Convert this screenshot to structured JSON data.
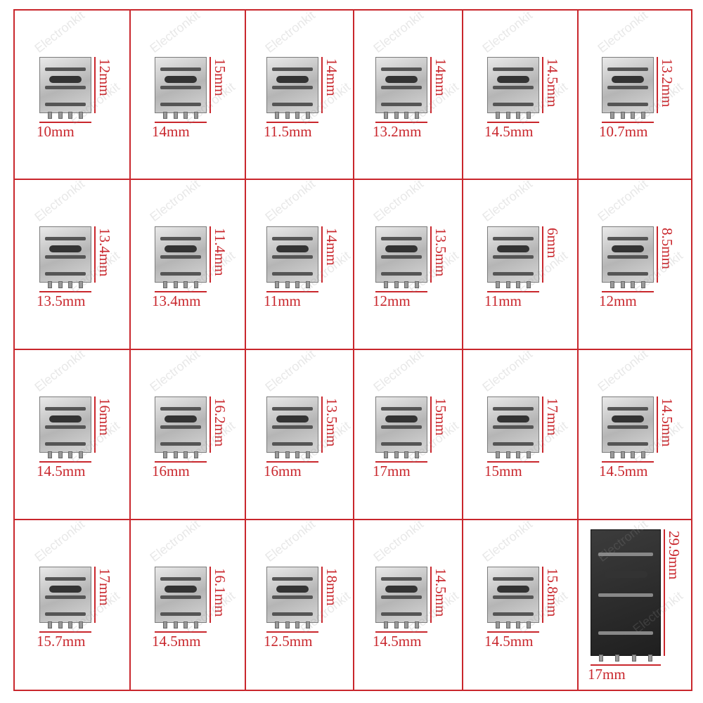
{
  "watermark": "Electronkit",
  "colors": {
    "grid": "#c9262c",
    "dimension_text": "#c9262c"
  },
  "cells": [
    {
      "id": "r1c1",
      "width": "10mm",
      "height": "12mm",
      "dark": false
    },
    {
      "id": "r1c2",
      "width": "14mm",
      "height": "15mm",
      "dark": false
    },
    {
      "id": "r1c3",
      "width": "11.5mm",
      "height": "14mm",
      "dark": false
    },
    {
      "id": "r1c4",
      "width": "13.2mm",
      "height": "14mm",
      "dark": false
    },
    {
      "id": "r1c5",
      "width": "14.5mm",
      "height": "14.5mm",
      "dark": false
    },
    {
      "id": "r1c6",
      "width": "10.7mm",
      "height": "13.2mm",
      "dark": false
    },
    {
      "id": "r2c1",
      "width": "13.5mm",
      "height": "13.4mm",
      "dark": false
    },
    {
      "id": "r2c2",
      "width": "13.4mm",
      "height": "11.4mm",
      "dark": false
    },
    {
      "id": "r2c3",
      "width": "11mm",
      "height": "14mm",
      "dark": false
    },
    {
      "id": "r2c4",
      "width": "12mm",
      "height": "13.5mm",
      "dark": false
    },
    {
      "id": "r2c5",
      "width": "11mm",
      "height": "6mm",
      "dark": false
    },
    {
      "id": "r2c6",
      "width": "12mm",
      "height": "8.5mm",
      "dark": false
    },
    {
      "id": "r3c1",
      "width": "14.5mm",
      "height": "16mm",
      "dark": false
    },
    {
      "id": "r3c2",
      "width": "16mm",
      "height": "16.2mm",
      "dark": false
    },
    {
      "id": "r3c3",
      "width": "16mm",
      "height": "13.5mm",
      "dark": false
    },
    {
      "id": "r3c4",
      "width": "17mm",
      "height": "15mm",
      "dark": false
    },
    {
      "id": "r3c5",
      "width": "15mm",
      "height": "17mm",
      "dark": false
    },
    {
      "id": "r3c6",
      "width": "14.5mm",
      "height": "14.5mm",
      "dark": false
    },
    {
      "id": "r4c1",
      "width": "15.7mm",
      "height": "17mm",
      "dark": false
    },
    {
      "id": "r4c2",
      "width": "14.5mm",
      "height": "16.1mm",
      "dark": false
    },
    {
      "id": "r4c3",
      "width": "12.5mm",
      "height": "18mm",
      "dark": false
    },
    {
      "id": "r4c4",
      "width": "14.5mm",
      "height": "14.5mm",
      "dark": false
    },
    {
      "id": "r4c5",
      "width": "14.5mm",
      "height": "15.8mm",
      "dark": false
    },
    {
      "id": "r4c6",
      "width": "17mm",
      "height": "29.9mm",
      "dark": true
    }
  ]
}
